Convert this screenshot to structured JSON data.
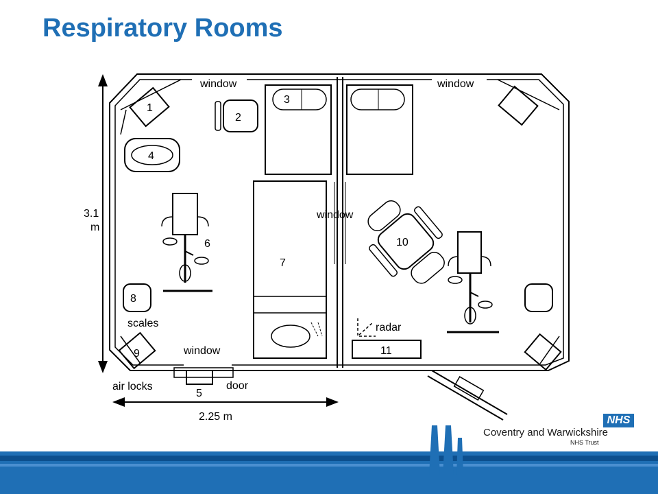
{
  "slide": {
    "title": "Respiratory Rooms"
  },
  "plan": {
    "labels": {
      "window_top_left": "window",
      "window_top_right": "window",
      "window_middle": "window",
      "window_bottom": "window",
      "scales": "scales",
      "radar": "radar",
      "air_locks": "air locks",
      "door": "door",
      "height_dim_value": "3.1",
      "height_dim_unit": "m",
      "width_dim": "2.25 m"
    },
    "items": {
      "n1": "1",
      "n2": "2",
      "n3": "3",
      "n4": "4",
      "n5": "5",
      "n6": "6",
      "n7": "7",
      "n8": "8",
      "n9": "9",
      "n10": "10",
      "n11": "11"
    }
  },
  "logo": {
    "badge": "NHS",
    "name": "Coventry and Warwickshire",
    "sub": "NHS Trust"
  },
  "colors": {
    "title": "#1f6fb5",
    "footer": "#1f6fb5",
    "footer_dark": "#0c4f8e"
  }
}
